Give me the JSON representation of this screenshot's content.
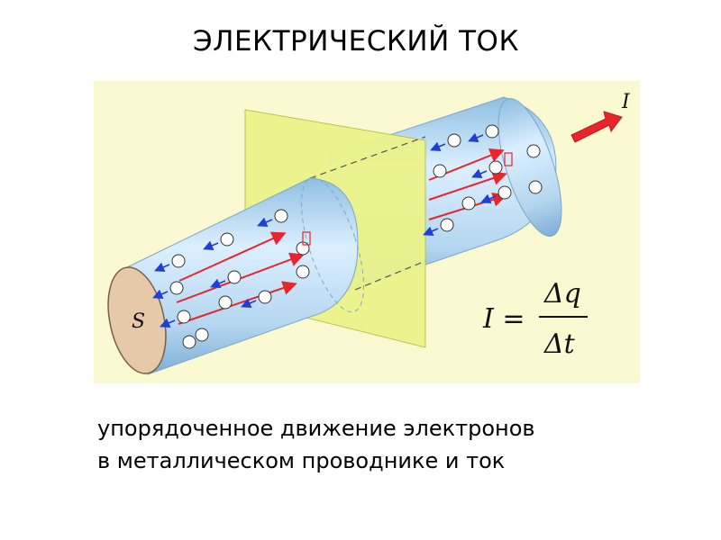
{
  "title": "ЭЛЕКТРИЧЕСКИЙ ТОК",
  "figure": {
    "cross_section_label": "S",
    "current_label": "I",
    "formula_lhs": "I =",
    "formula_numerator": "Δq",
    "formula_denominator": "Δt",
    "colors": {
      "background": "#fbf9d2",
      "cylinder": "#b7d8ee",
      "cylinder_edge": "#7aa6c8",
      "plane": "#ecf38a",
      "end_face": "#e6c9a8",
      "field_arrow": "#e8242c",
      "electron_arrow": "#1f3fd8",
      "current_arrow": "#e8242c"
    }
  },
  "caption": {
    "line1": "упорядоченное движение электронов",
    "line2": "в металлическом проводнике и ток"
  }
}
